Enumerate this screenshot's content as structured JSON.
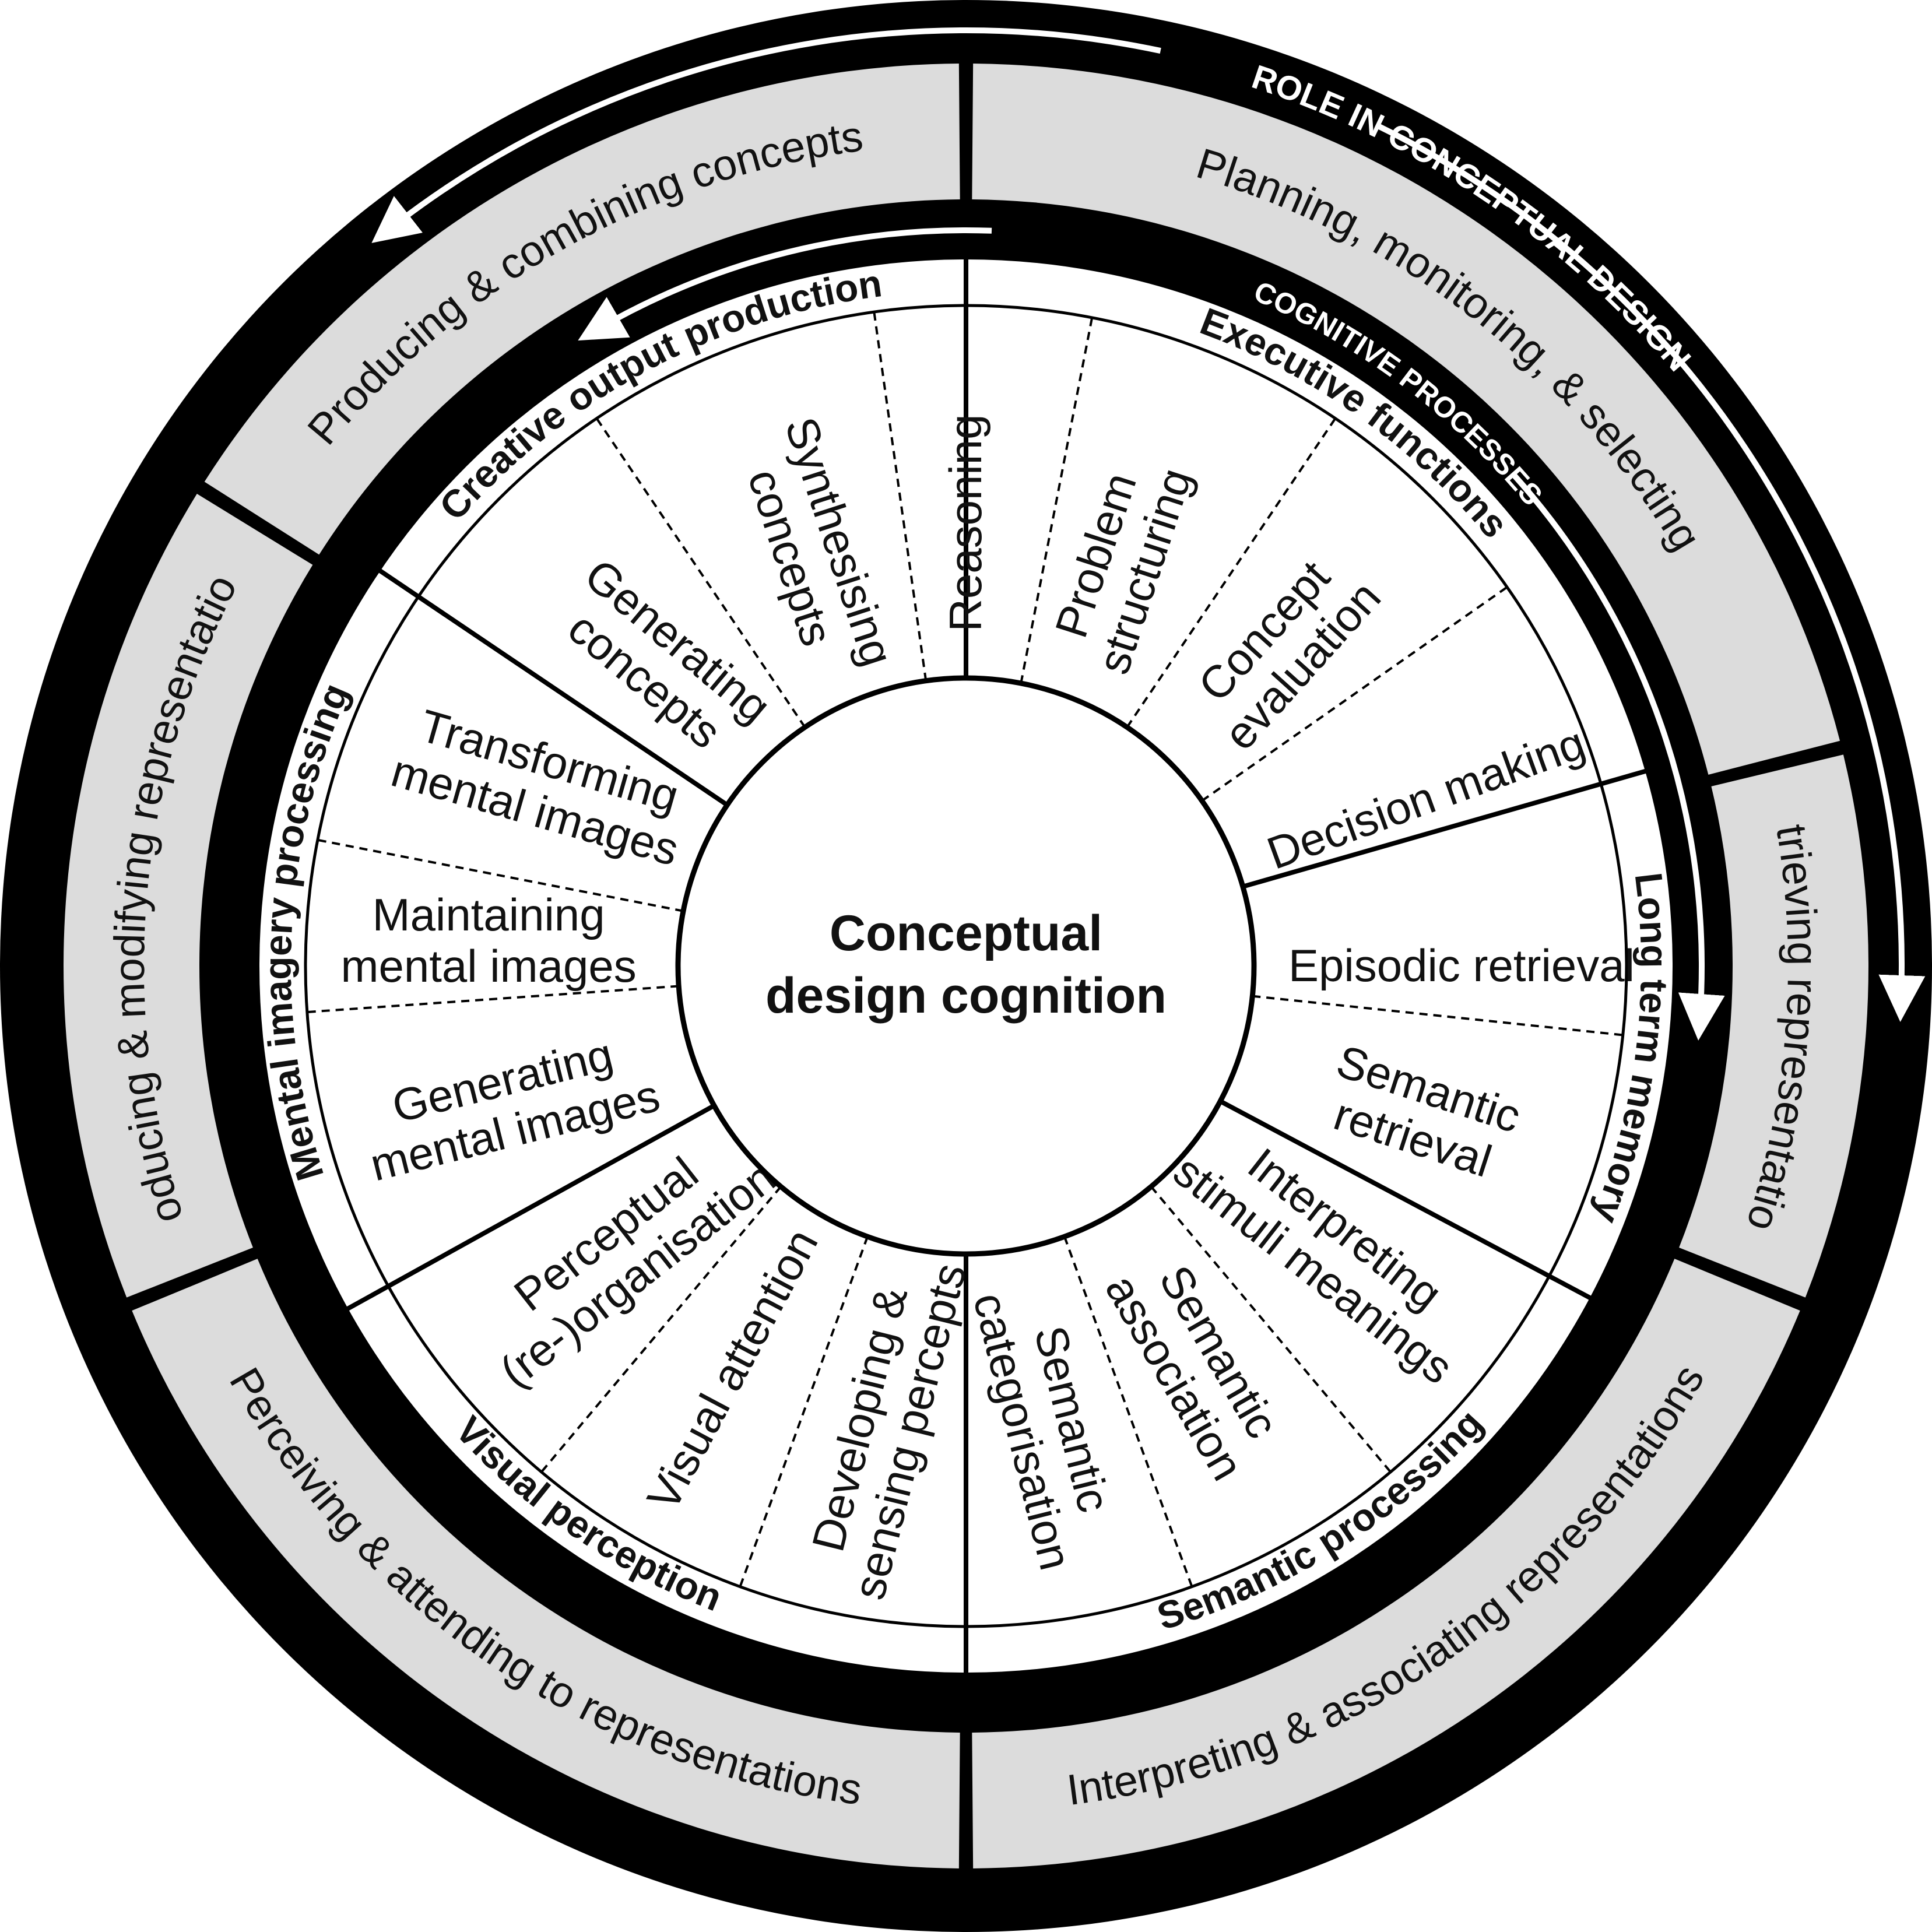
{
  "center": {
    "line1": "Conceptual",
    "line2": "design cognition"
  },
  "headers": {
    "outer": "ROLE IN CONCEPTUAL DESIGN",
    "inner": "COGNITIVE PROCESSES"
  },
  "roles": [
    {
      "id": "planning",
      "label": "Planning, monitoring, & selecting",
      "shaded": true
    },
    {
      "id": "retrieving",
      "label": "Retrieving representations",
      "shaded": true
    },
    {
      "id": "interpreting",
      "label": "Interpreting & associating representations",
      "shaded": true
    },
    {
      "id": "perceiving",
      "label": "Perceiving & attending to representations",
      "shaded": true
    },
    {
      "id": "modifying",
      "label": "Producing & modifying representations",
      "shaded": true
    },
    {
      "id": "combining",
      "label": "Producing & combining concepts",
      "shaded": true
    }
  ],
  "groups": [
    {
      "id": "executive",
      "label": "Executive functions"
    },
    {
      "id": "ltm",
      "label": "Long term memory"
    },
    {
      "id": "semantic",
      "label": "Semantic processing"
    },
    {
      "id": "visual",
      "label": "Visual perception"
    },
    {
      "id": "imagery",
      "label": "Mental imagery processing"
    },
    {
      "id": "creative",
      "label": "Creative output production"
    }
  ],
  "processes": [
    {
      "group": "executive",
      "lines": [
        "Reasoning"
      ]
    },
    {
      "group": "executive",
      "lines": [
        "Problem",
        "structuring"
      ]
    },
    {
      "group": "executive",
      "lines": [
        "Concept",
        "evaluation"
      ]
    },
    {
      "group": "executive",
      "lines": [
        "Decision making"
      ]
    },
    {
      "group": "ltm",
      "lines": [
        "Episodic retrieval"
      ]
    },
    {
      "group": "ltm",
      "lines": [
        "Semantic",
        "retrieval"
      ]
    },
    {
      "group": "semantic",
      "lines": [
        "Interpreting",
        "stimuli meanings"
      ]
    },
    {
      "group": "semantic",
      "lines": [
        "Semantic",
        "association"
      ]
    },
    {
      "group": "semantic",
      "lines": [
        "Semantic",
        "categorisation"
      ]
    },
    {
      "group": "visual",
      "lines": [
        "Developing &",
        "sensing percepts"
      ]
    },
    {
      "group": "visual",
      "lines": [
        "Visual attention"
      ]
    },
    {
      "group": "visual",
      "lines": [
        "Perceptual",
        "(re-)organisation"
      ]
    },
    {
      "group": "imagery",
      "lines": [
        "Generating",
        "mental images"
      ]
    },
    {
      "group": "imagery",
      "lines": [
        "Maintaining",
        "mental images"
      ]
    },
    {
      "group": "imagery",
      "lines": [
        "Transforming",
        "mental images"
      ]
    },
    {
      "group": "creative",
      "lines": [
        "Generating",
        "concepts"
      ]
    },
    {
      "group": "creative",
      "lines": [
        "Synthesising",
        "concepts"
      ]
    }
  ],
  "colors": {
    "ink": "#000000",
    "shade": "#dcdcdc",
    "paper": "#ffffff"
  }
}
